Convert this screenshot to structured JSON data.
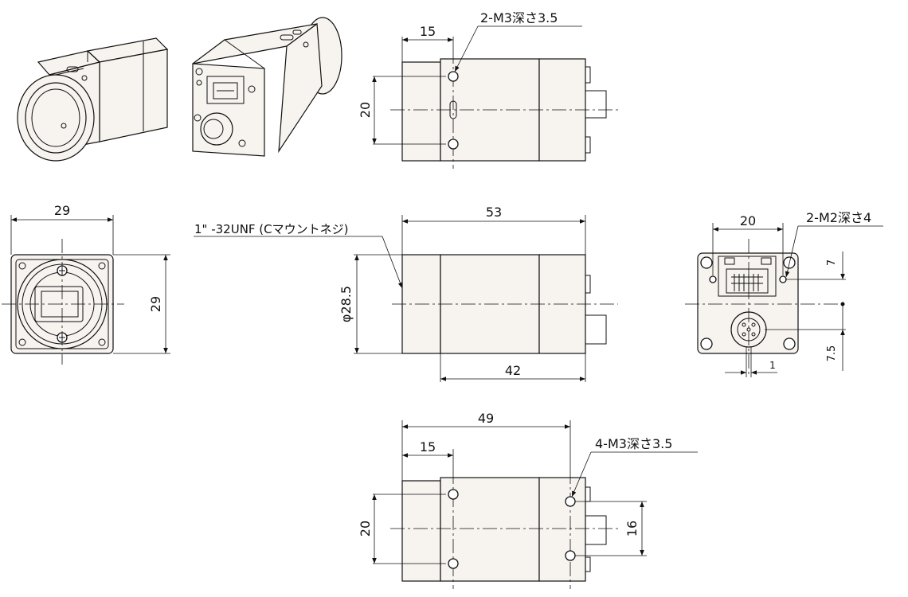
{
  "labels": {
    "top_15": "15",
    "top_callout": "2-M3深さ3.5",
    "top_20": "20",
    "front_29_w": "29",
    "front_29_h": "29",
    "mount_callout": "1\" -32UNF (Cマウントネジ)",
    "side_53": "53",
    "side_dia": "φ28.5",
    "side_42": "42",
    "rear_20": "20",
    "rear_callout": "2-M2深さ4",
    "rear_7": "7",
    "rear_7_5": "7.5",
    "rear_1": "1",
    "bottom_49": "49",
    "bottom_15": "15",
    "bottom_callout": "4-M3深さ3.5",
    "bottom_20": "20",
    "bottom_16": "16"
  }
}
